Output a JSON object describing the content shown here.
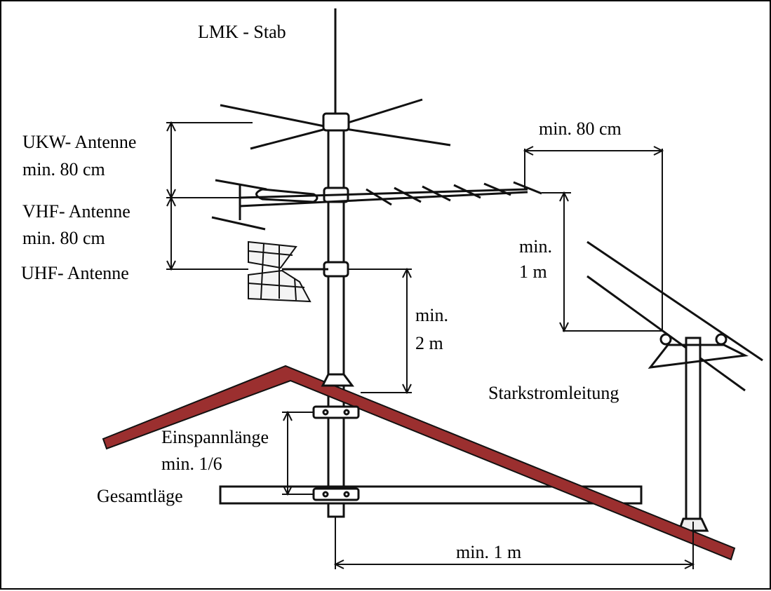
{
  "labels": {
    "lmk": "LMK - Stab",
    "ukw_name": "UKW- Antenne",
    "ukw_dist": "min. 80 cm",
    "vhf_name": "VHF- Antenne",
    "vhf_dist": "min. 80 cm",
    "uhf_name": "UHF- Antenne",
    "min2_a": "min.",
    "min2_b": "2 m",
    "top_dist": "min. 80 cm",
    "min1_a": "min.",
    "min1_b": "1 m",
    "power_line": "Starkstromleitung",
    "clamp_a": "Einspannlänge",
    "clamp_b": "min. 1/6",
    "total": "Gesamtläge",
    "bottom_dist": "min. 1 m"
  },
  "colors": {
    "roof": "#9b2f2f",
    "ink": "#111111",
    "uhf_fill": "#f4f4f4"
  }
}
